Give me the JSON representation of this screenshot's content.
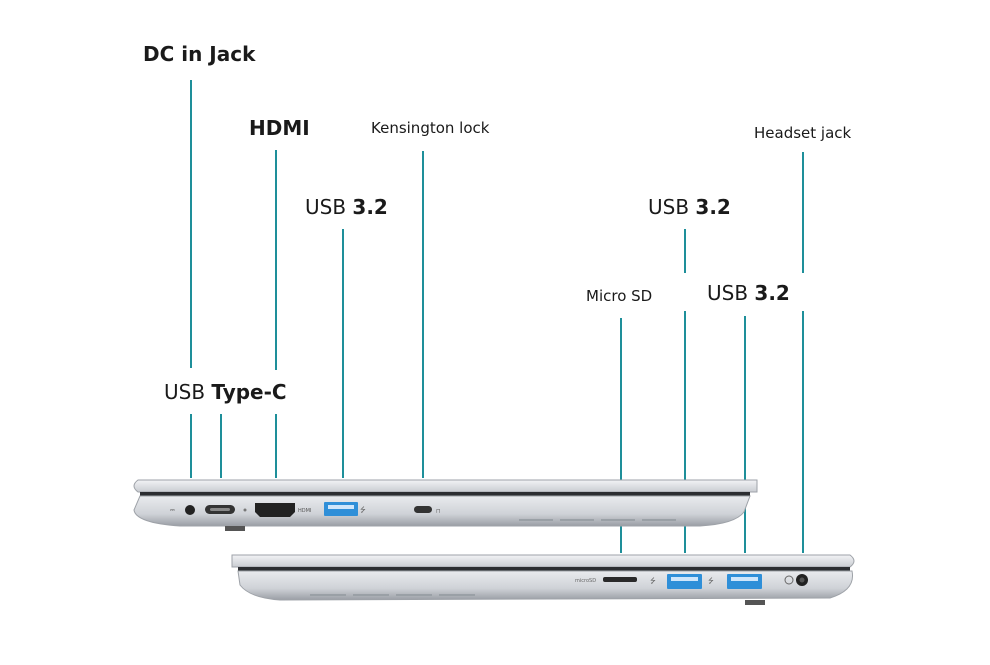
{
  "labels": {
    "dc_in_jack": "DC in Jack",
    "hdmi": "HDMI",
    "kensington_lock": "Kensington lock",
    "usb_left": {
      "prefix": "USB ",
      "suffix": "3.2"
    },
    "usb_type_c": {
      "prefix": "USB ",
      "suffix": "Type-C"
    },
    "headset_jack": "Headset jack",
    "usb_right_1": {
      "prefix": "USB ",
      "suffix": "3.2"
    },
    "usb_right_2": {
      "prefix": "USB ",
      "suffix": "3.2"
    },
    "micro_sd": "Micro SD"
  },
  "port_markings": {
    "hdmi": "HDMI",
    "micro_sd": "microSD"
  },
  "colors": {
    "leader_line": "#1e8f9a",
    "usb_port": "#2f8fd8",
    "chassis": "#dcdee2",
    "chassis_edge": "#9ea2a8"
  }
}
